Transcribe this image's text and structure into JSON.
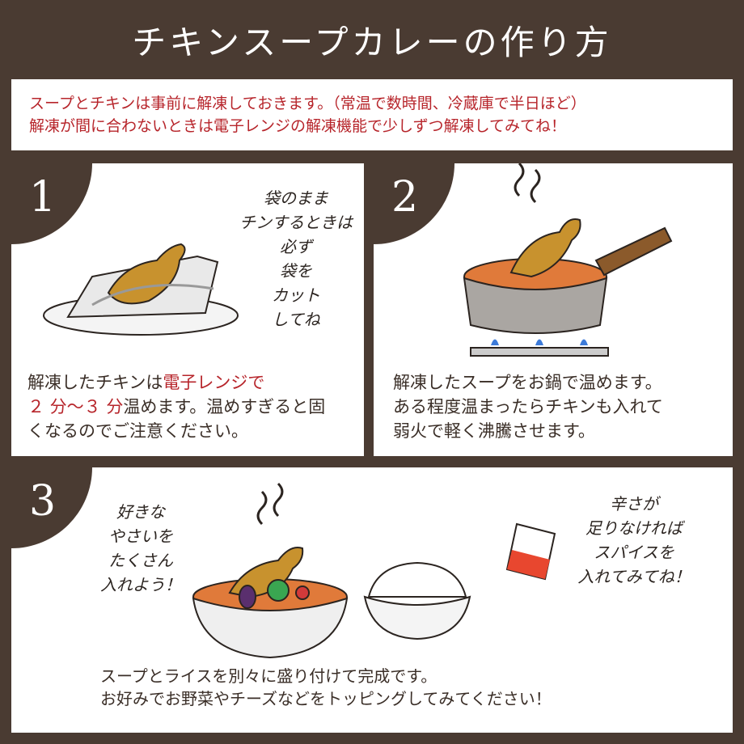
{
  "title": "チキンスープカレーの作り方",
  "notice": {
    "line1": "スープとチキンは事前に解凍しておきます。（常温で数時間、冷蔵庫で半日ほど）",
    "line2": "解凍が間に合わないときは電子レンジの解凍機能で少しずつ解凍してみてね！"
  },
  "steps": [
    {
      "number": "1",
      "text_a": "解凍したチキンは",
      "text_b": "電子レンジで",
      "text_c": "２ 分〜３ 分",
      "text_d": "温めます。温めすぎると固",
      "text_e": "くなるのでご注意ください。",
      "note_lines": [
        "袋のまま",
        "チンするときは",
        "必ず",
        "袋を",
        "カット",
        "してね"
      ]
    },
    {
      "number": "2",
      "line1": "解凍したスープをお鍋で温めます。",
      "line2": "ある程度温まったらチキンも入れて",
      "line3": "弱火で軽く沸騰させます。"
    },
    {
      "number": "3",
      "line1": "スープとライスを別々に盛り付けて完成です。",
      "line2": "お好みでお野菜やチーズなどをトッピングしてみてください！",
      "note_left": [
        "好きな",
        "やさいを",
        "たくさん",
        "入れよう！"
      ],
      "note_right": [
        "辛さが",
        "足りなければ",
        "スパイスを",
        "入れてみてね！"
      ]
    }
  ],
  "colors": {
    "background": "#4a3b32",
    "accent_red": "#b7252b",
    "soup": "#e07a3a",
    "chicken": "#c8922e"
  }
}
